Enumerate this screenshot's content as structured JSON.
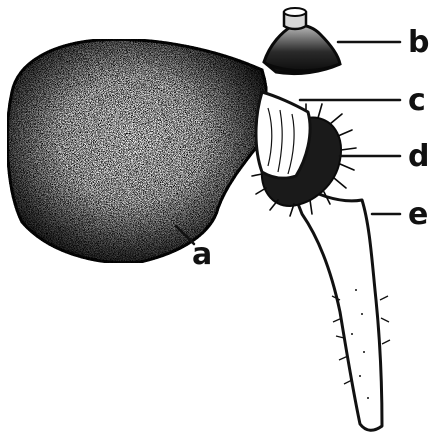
{
  "figure": {
    "labels": [
      {
        "id": "a",
        "text": "a"
      },
      {
        "id": "b",
        "text": "b"
      },
      {
        "id": "c",
        "text": "c"
      },
      {
        "id": "d",
        "text": "d"
      },
      {
        "id": "e",
        "text": "e"
      }
    ]
  },
  "colors": {
    "ink": "#111111",
    "paper": "#ffffff"
  }
}
